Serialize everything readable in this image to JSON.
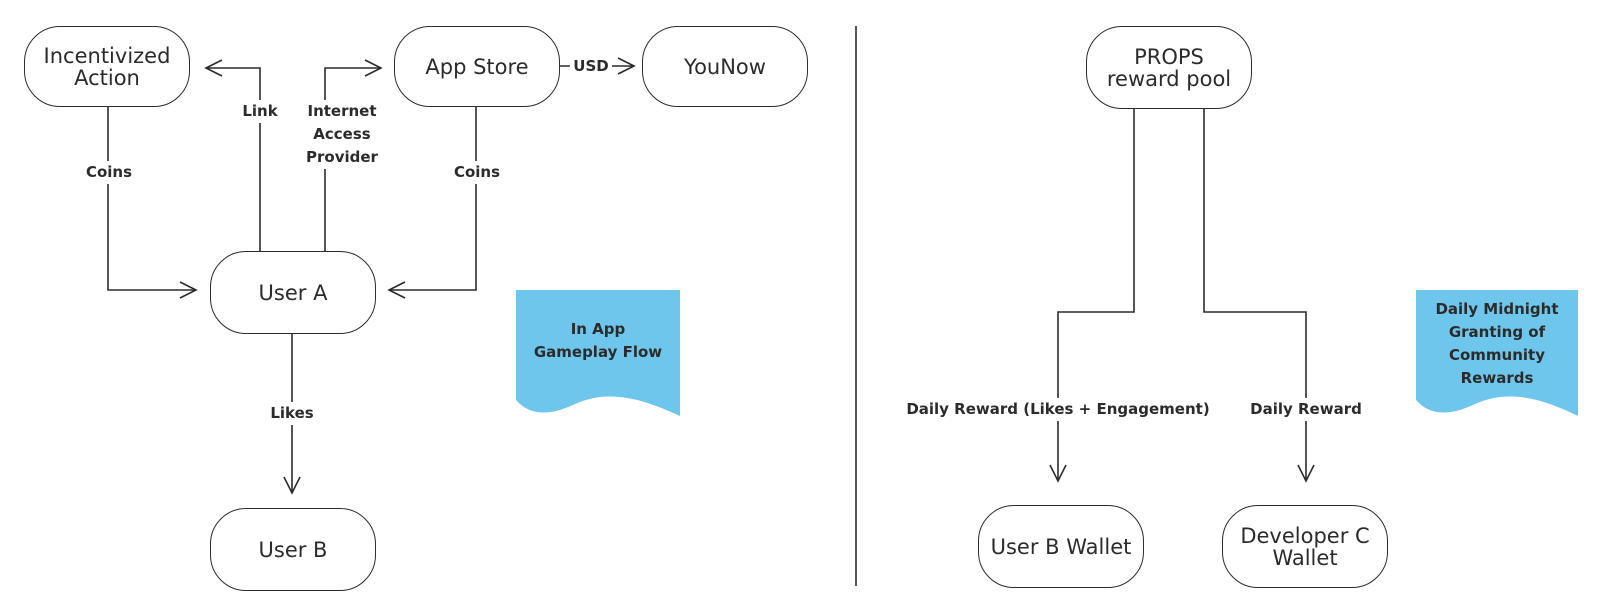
{
  "left": {
    "nodes": {
      "incentivized_action": "Incentivized\nAction",
      "app_store": "App Store",
      "younow": "YouNow",
      "user_a": "User A",
      "user_b": "User B"
    },
    "edges": {
      "link": "Link",
      "internet_access": "Internet\nAccess\nProvider",
      "usd": "USD",
      "coins_left": "Coins",
      "coins_right": "Coins",
      "likes": "Likes"
    },
    "note": "In App\nGameplay Flow"
  },
  "right": {
    "nodes": {
      "props_pool": "PROPS\nreward pool",
      "user_b_wallet": "User B Wallet",
      "developer_c_wallet": "Developer C\nWallet"
    },
    "edges": {
      "daily_reward_likes": "Daily Reward (Likes + Engagement)",
      "daily_reward": "Daily Reward"
    },
    "note": "Daily Midnight\nGranting of\nCommunity\nRewards"
  },
  "colors": {
    "line": "#2b2b2b",
    "note_fill": "#6ec6ec",
    "background": "#ffffff"
  }
}
